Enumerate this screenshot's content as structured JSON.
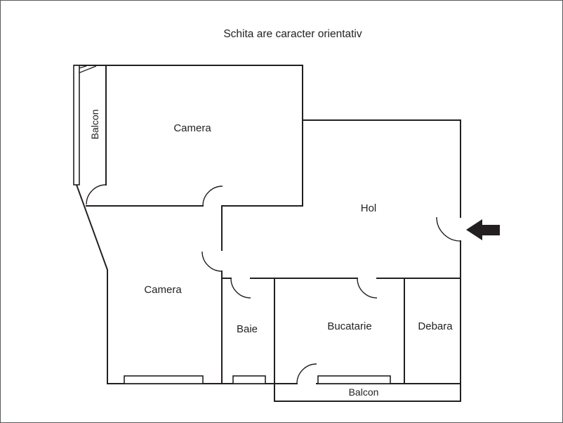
{
  "title": "Schita are caracter orientativ",
  "floor_plan": {
    "rooms": [
      {
        "id": "balcon-left",
        "label": "Balcon"
      },
      {
        "id": "camera-top",
        "label": "Camera"
      },
      {
        "id": "hol",
        "label": "Hol"
      },
      {
        "id": "camera-bottom",
        "label": "Camera"
      },
      {
        "id": "baie",
        "label": "Baie"
      },
      {
        "id": "bucatarie",
        "label": "Bucatarie"
      },
      {
        "id": "debara",
        "label": "Debara"
      },
      {
        "id": "balcon-bottom",
        "label": "Balcon"
      }
    ],
    "doors_count": 7,
    "windows_count": 4
  },
  "colors": {
    "wall": "#231f20",
    "text": "#231f20",
    "background": "#ffffff",
    "page_border": "#57595b",
    "arrow": "#231f20"
  }
}
